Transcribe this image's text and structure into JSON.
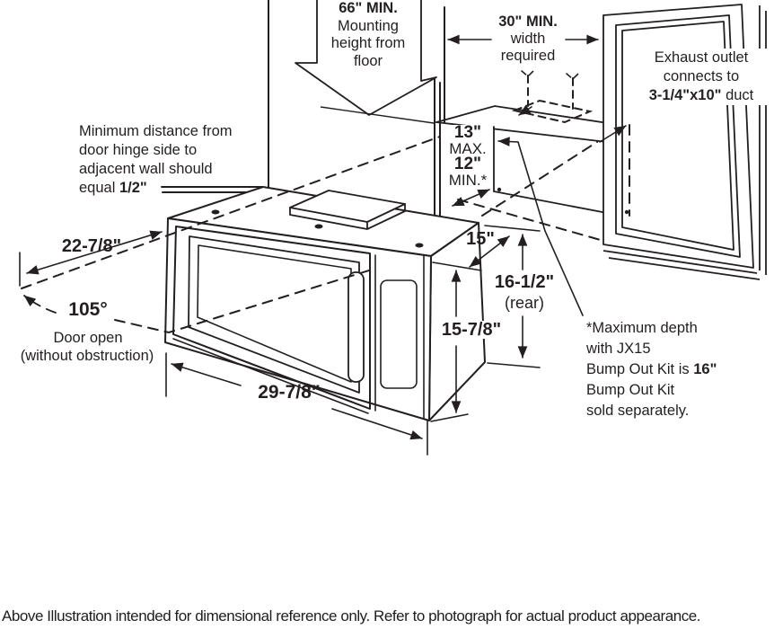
{
  "labels": {
    "mounting_height": {
      "value": "66\" MIN.",
      "line2": "Mounting",
      "line3": "height from",
      "line4": "floor"
    },
    "width_required": {
      "value": "30\" MIN.",
      "line2": "width",
      "line3": "required"
    },
    "exhaust_outlet": {
      "line1": "Exhaust outlet",
      "line2": "connects to",
      "duct_size": "3-1/4\"x10\"",
      "line3_suffix": " duct"
    },
    "hinge_clearance": {
      "line1": "Minimum distance from",
      "line2": "door hinge side to",
      "line3": "adjacent wall should",
      "line4_prefix": "equal ",
      "gap_value": "1/2\""
    },
    "wall_to_front": {
      "max_value": "13\"",
      "max_label": "MAX.",
      "min_value": "12\"",
      "min_label": "MIN.*"
    },
    "door_depth": "22-7/8\"",
    "door_angle": {
      "value": "105°",
      "line2": "Door open",
      "line3": "(without obstruction)"
    },
    "top_depth": "15\"",
    "rear_height": {
      "value": "16-1/2\"",
      "qualifier": "(rear)"
    },
    "front_height": "15-7/8\"",
    "overall_width": "29-7/8\"",
    "bump_out_note": {
      "line1": "*Maximum depth",
      "line2": "with JX15",
      "line3_prefix": "Bump Out Kit is ",
      "line3_value": "16\"",
      "line4": "Bump Out Kit",
      "line5": "sold separately."
    },
    "caption": "Above Illustration intended for dimensional reference only. Refer to photograph for actual product appearance."
  },
  "colors": {
    "line": "#231f20",
    "background": "#ffffff"
  }
}
